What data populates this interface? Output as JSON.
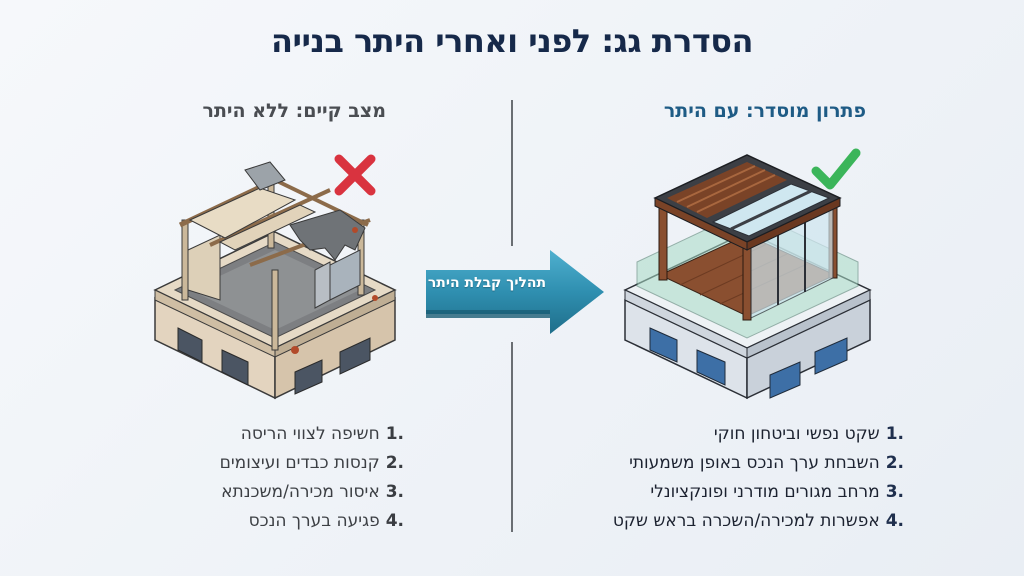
{
  "title": "הסדרת גג: לפני ואחרי היתר בנייה",
  "left_panel": {
    "heading": "מצב קיים: ללא היתר",
    "status_icon": "x-icon",
    "status_color": "#d9333f",
    "illustration": "dilapidated-rooftop-structure",
    "items": [
      {
        "num": "1.",
        "text": "חשיפה לצווי הריסה"
      },
      {
        "num": "2.",
        "text": "קנסות כבדים ועיצומים"
      },
      {
        "num": "3.",
        "text": "איסור מכירה/משכנתא"
      },
      {
        "num": "4.",
        "text": "פגיעה בערך הנכס"
      }
    ]
  },
  "right_panel": {
    "heading": "פתרון מוסדר: עם היתר",
    "status_icon": "check-icon",
    "status_color": "#3bb55a",
    "illustration": "modern-rooftop-pergola-structure",
    "items": [
      {
        "num": "1.",
        "text": "שקט נפשי וביטחון חוקי"
      },
      {
        "num": "2.",
        "text": "השבחת ערך הנכס באופן משמעותי"
      },
      {
        "num": "3.",
        "text": "מרחב מגורים מודרני ופונקציונלי"
      },
      {
        "num": "4.",
        "text": "אפשרות למכירה/השכרה בראש שקט"
      }
    ]
  },
  "process_arrow": {
    "label": "תהליך קבלת היתר",
    "color": "#2f8fb0"
  },
  "colors": {
    "title": "#16294a",
    "left_heading": "#4a4d52",
    "right_heading": "#1e5b85",
    "divider": "#6a6e73"
  }
}
